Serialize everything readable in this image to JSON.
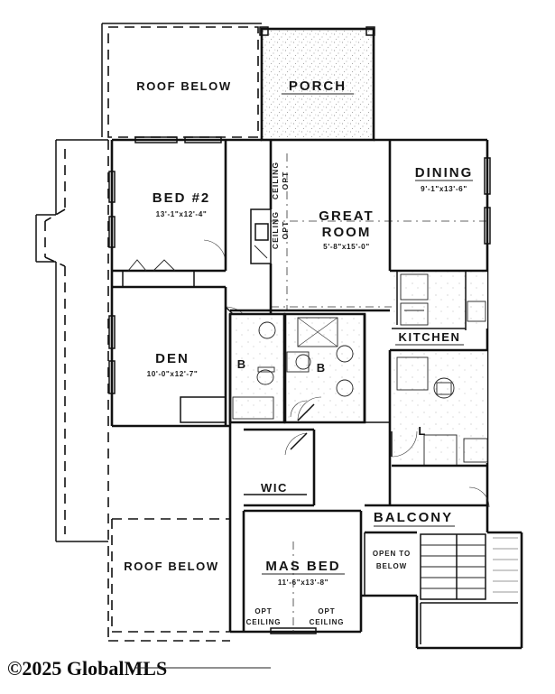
{
  "document": {
    "type": "architectural-floor-plan",
    "level": "second-floor",
    "watermark": "©2025 GlobalMLS"
  },
  "rooms": [
    {
      "id": "roof-below-top",
      "label": "ROOF BELOW",
      "dimensions": ""
    },
    {
      "id": "porch",
      "label": "PORCH",
      "dimensions": ""
    },
    {
      "id": "bed-2",
      "label": "BED #2",
      "dimensions": "13'-1\"x12'-4\""
    },
    {
      "id": "great-room",
      "label": "GREAT",
      "label2": "ROOM",
      "dimensions": "5'-8\"x15'-0\""
    },
    {
      "id": "dining",
      "label": "DINING",
      "dimensions": "9'-1\"x13'-6\""
    },
    {
      "id": "den",
      "label": "DEN",
      "dimensions": "10'-0\"x12'-7\""
    },
    {
      "id": "kitchen",
      "label": "KITCHEN",
      "dimensions": ""
    },
    {
      "id": "bath-1",
      "label": "B",
      "dimensions": ""
    },
    {
      "id": "bath-2",
      "label": "B",
      "dimensions": ""
    },
    {
      "id": "laundry",
      "label": "L",
      "dimensions": ""
    },
    {
      "id": "wic",
      "label": "WIC",
      "dimensions": ""
    },
    {
      "id": "master-bed",
      "label": "MAS BED",
      "dimensions": "11'-6\"x13'-8\""
    },
    {
      "id": "balcony",
      "label": "BALCONY",
      "dimensions": ""
    },
    {
      "id": "open-to-below",
      "label": "OPEN TO",
      "label2": "BELOW",
      "dimensions": ""
    },
    {
      "id": "roof-below-bottom",
      "label": "ROOF BELOW",
      "dimensions": ""
    }
  ],
  "annotations": {
    "opt_ceiling_vertical_left": {
      "line1": "OPT",
      "line2": "CEILING"
    },
    "opt_ceiling_vertical_right": {
      "line1": "OPT",
      "line2": "CEILING"
    },
    "opt_ceiling_bottom_left": {
      "line1": "OPT",
      "line2": "CEILING"
    },
    "opt_ceiling_bottom_right": {
      "line1": "OPT",
      "line2": "CEILING"
    }
  },
  "colors": {
    "line": "#111111",
    "paper": "#ffffff",
    "porch_fill": "#f4f4f4",
    "text": "#151515"
  }
}
